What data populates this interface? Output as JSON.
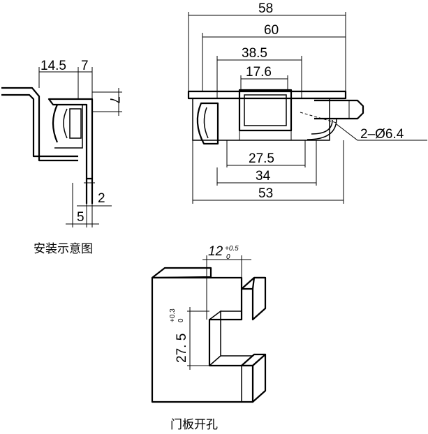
{
  "side_view": {
    "caption": "安装示意图",
    "dims": {
      "d_14_5": "14.5",
      "d_7_top": "7",
      "d_7_right": "7",
      "d_2": "2",
      "d_5": "5"
    }
  },
  "front_view": {
    "dims": {
      "d_58": "58",
      "d_60": "60",
      "d_38_5": "38.5",
      "d_17_6": "17.6",
      "d_27_5": "27.5",
      "d_34": "34",
      "d_53": "53",
      "hole_callout": "2–Ø6.4"
    }
  },
  "door_cutout": {
    "caption": "门板开孔",
    "width_value": "12",
    "width_tol_upper": "+0.5",
    "width_tol_lower": "0",
    "height_value": "27. 5",
    "height_tol_upper": "+0.3",
    "height_tol_lower": "0"
  }
}
